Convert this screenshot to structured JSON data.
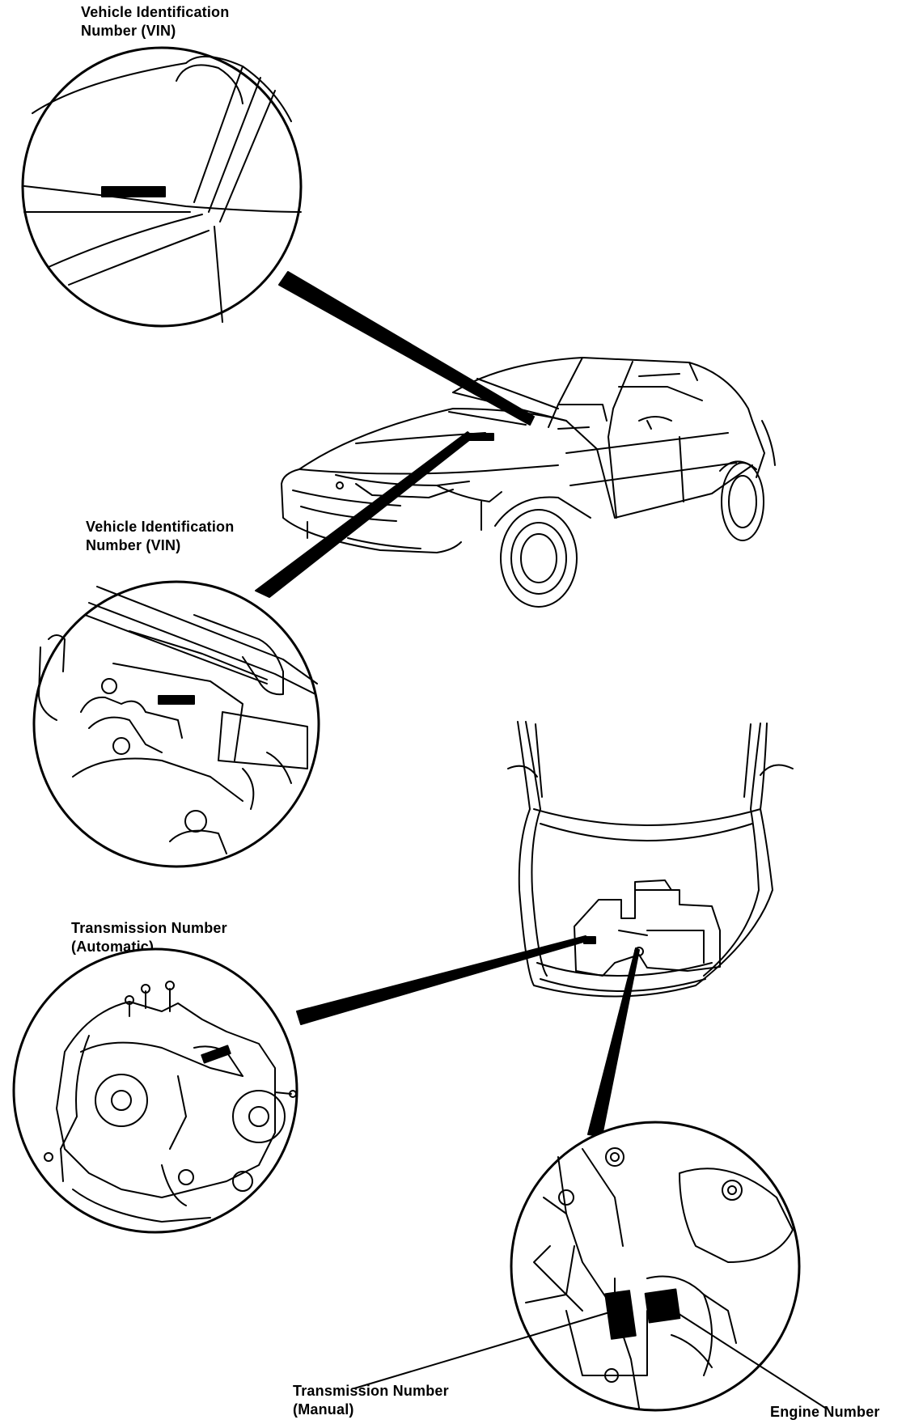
{
  "labels": {
    "vin_windshield": {
      "line1": "Vehicle Identification",
      "line2": "Number (VIN)"
    },
    "vin_bulkhead": {
      "line1": "Vehicle Identification",
      "line2": "Number (VIN)"
    },
    "transmission_automatic": {
      "line1": "Transmission Number",
      "line2": "(Automatic)"
    },
    "transmission_manual": {
      "line1": "Transmission Number",
      "line2": "(Manual)"
    },
    "engine_number": {
      "line1": "Engine Number"
    }
  }
}
